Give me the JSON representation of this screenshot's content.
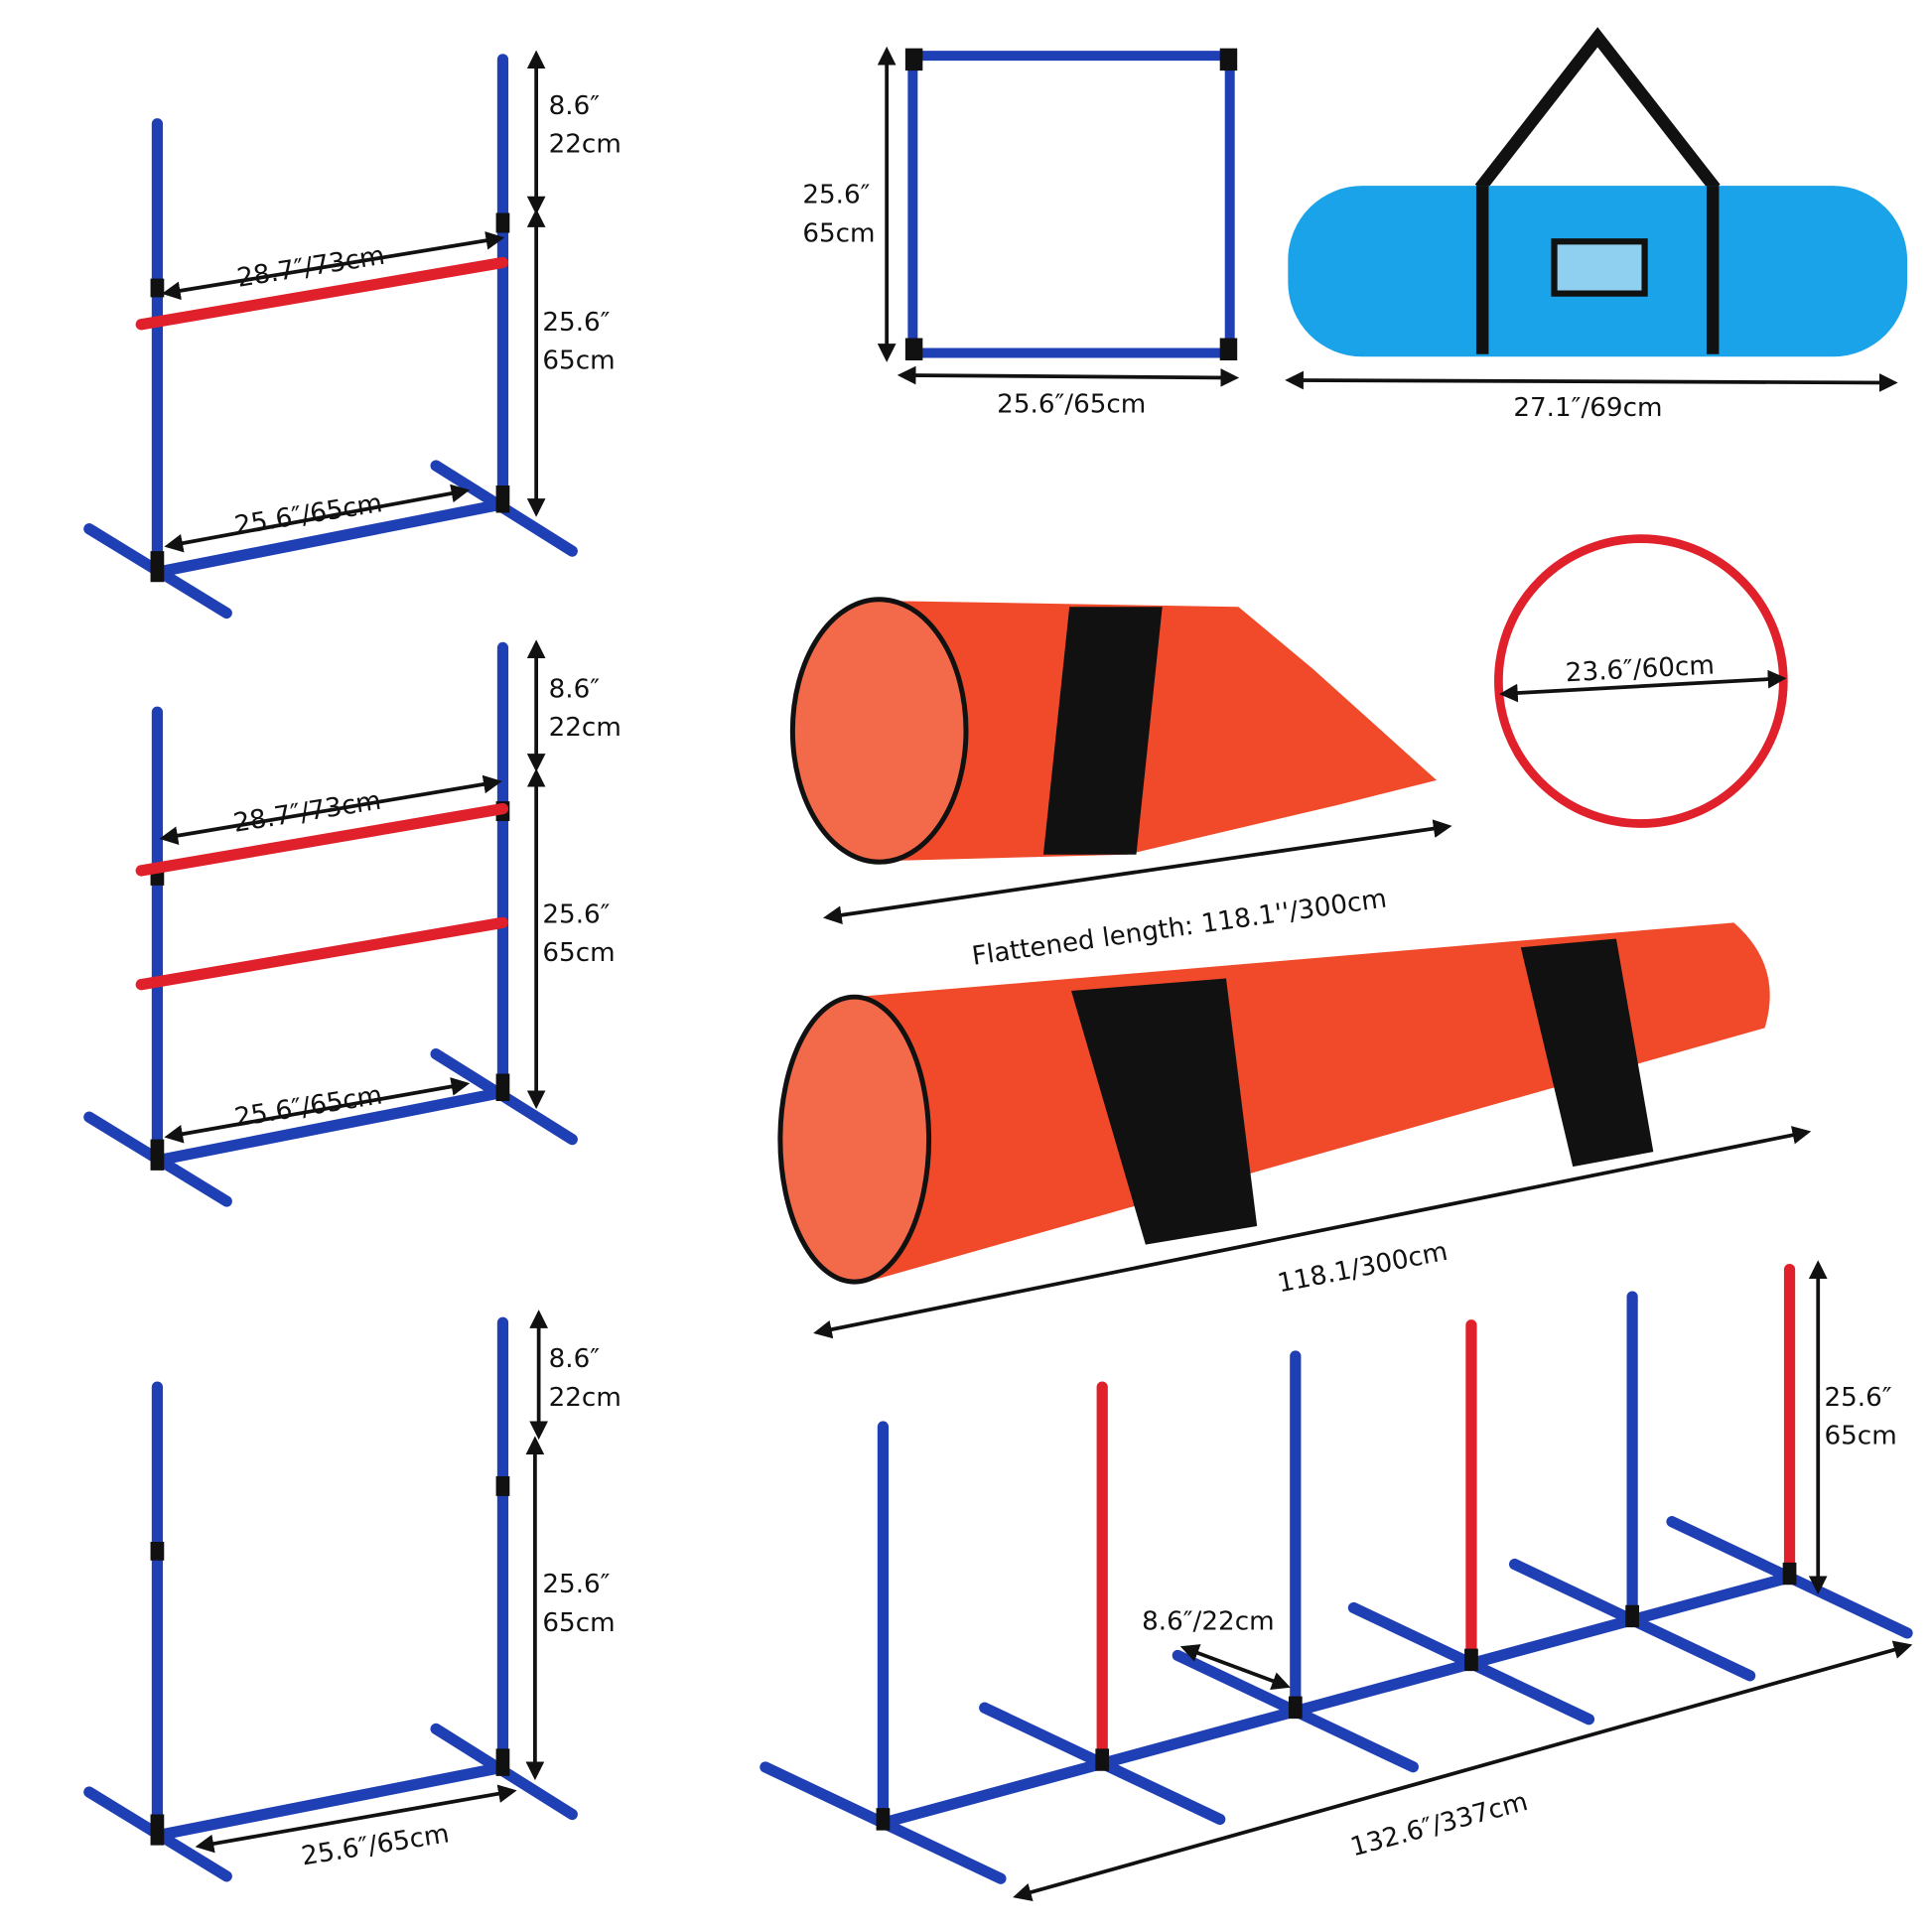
{
  "title": "Dog agility equipment dimensions",
  "colors": {
    "blue": "#1f3fb5",
    "red": "#e0202a",
    "bag": "#1aa3e8",
    "tunnel": "#f04a2a",
    "black": "#111111"
  },
  "hurdle_1": {
    "bar_width": "28.7″/73cm",
    "base_width": "25.6″/65cm",
    "top_in": "8.6″",
    "top_cm": "22cm",
    "height_in": "25.6″",
    "height_cm": "65cm"
  },
  "hurdle_2": {
    "bar_width": "28.7″/73cm",
    "base_width": "25.6″/65cm",
    "top_in": "8.6″",
    "top_cm": "22cm",
    "height_in": "25.6″",
    "height_cm": "65cm"
  },
  "hurdle_3": {
    "base_width": "25.6″/65cm",
    "top_in": "8.6″",
    "top_cm": "22cm",
    "height_in": "25.6″",
    "height_cm": "65cm"
  },
  "square_frame": {
    "height_in": "25.6″",
    "height_cm": "65cm",
    "width": "25.6″/65cm"
  },
  "bag": {
    "length": "27.1″/69cm"
  },
  "ring": {
    "diameter": "23.6″/60cm"
  },
  "chute_tunnel": {
    "length": "Flattened length: 118.1''/300cm"
  },
  "tunnel": {
    "length": "118.1/300cm"
  },
  "weave_poles": {
    "spacing": "8.6″/22cm",
    "height_in": "25.6″",
    "height_cm": "65cm",
    "length": "132.6″/337cm"
  }
}
